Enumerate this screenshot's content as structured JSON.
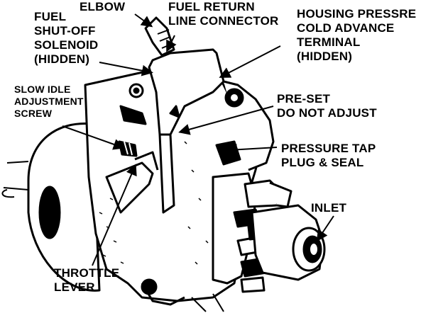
{
  "labels": {
    "elbow": "ELBOW",
    "fuel_return": "FUEL RETURN\nLINE CONNECTOR",
    "housing_pressure": "HOUSING PRESSRE\nCOLD ADVANCE\nTERMINAL\n(HIDDEN)",
    "fuel_shutoff": "FUEL\nSHUT-OFF\nSOLENOID\n(HIDDEN)",
    "slow_idle": "SLOW IDLE\nADJUSTMENT\nSCREW",
    "preset": "PRE-SET\nDO NOT ADJUST",
    "pressure_tap": "PRESSURE TAP\nPLUG & SEAL",
    "inlet": "INLET",
    "throttle": "THROTTLE\nLEVER"
  },
  "colors": {
    "ink": "#000000",
    "paper": "#ffffff"
  }
}
